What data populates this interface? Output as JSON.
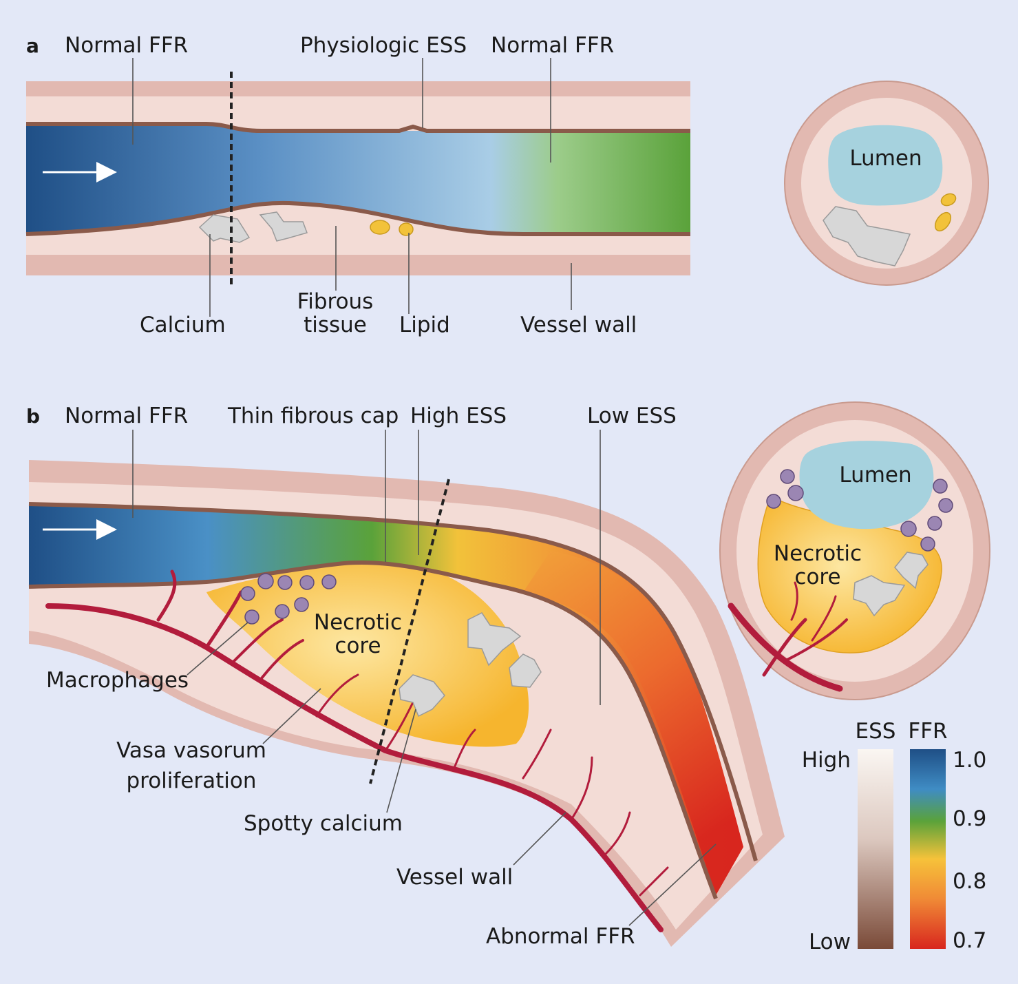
{
  "panel_a": {
    "letter": "a",
    "labels": {
      "normal_ffr_left": "Normal FFR",
      "physiologic_ess": "Physiologic ESS",
      "normal_ffr_right": "Normal FFR",
      "calcium": "Calcium",
      "fibrous_line1": "Fibrous",
      "fibrous_line2": "tissue",
      "lipid": "Lipid",
      "vessel_wall": "Vessel wall",
      "lumen": "Lumen"
    }
  },
  "panel_b": {
    "letter": "b",
    "labels": {
      "normal_ffr": "Normal FFR",
      "thin_fibrous_cap": "Thin fibrous cap",
      "high_ess": "High ESS",
      "low_ess": "Low ESS",
      "necrotic_line1": "Necrotic",
      "necrotic_line2": "core",
      "macrophages": "Macrophages",
      "vasa_line1": "Vasa vasorum",
      "vasa_line2": "proliferation",
      "spotty_calcium": "Spotty calcium",
      "vessel_wall": "Vessel wall",
      "abnormal_ffr": "Abnormal FFR",
      "lumen": "Lumen",
      "cs_necrotic_line1": "Necrotic",
      "cs_necrotic_line2": "core"
    }
  },
  "legend": {
    "ess_title": "ESS",
    "ffr_title": "FFR",
    "ess_high": "High",
    "ess_low": "Low",
    "ffr_ticks": [
      "1.0",
      "0.9",
      "0.8",
      "0.7"
    ]
  },
  "colors": {
    "background": "#e3e8f7",
    "wall_outer": "#e2b9b1",
    "wall_inner": "#f3dcd6",
    "intima_line": "#8a5a4a",
    "ffr_high": "#1f4f86",
    "ffr_mid": "#5aa23a",
    "ffr_low": "#d8261e",
    "necrotic": "#f7bd3a",
    "calcium": "#d7d7d7",
    "lipid": "#f2c23a",
    "macrophage": "#9b86b3",
    "vasa": "#b21c3c",
    "lumen_cs": "#a6d2de"
  }
}
